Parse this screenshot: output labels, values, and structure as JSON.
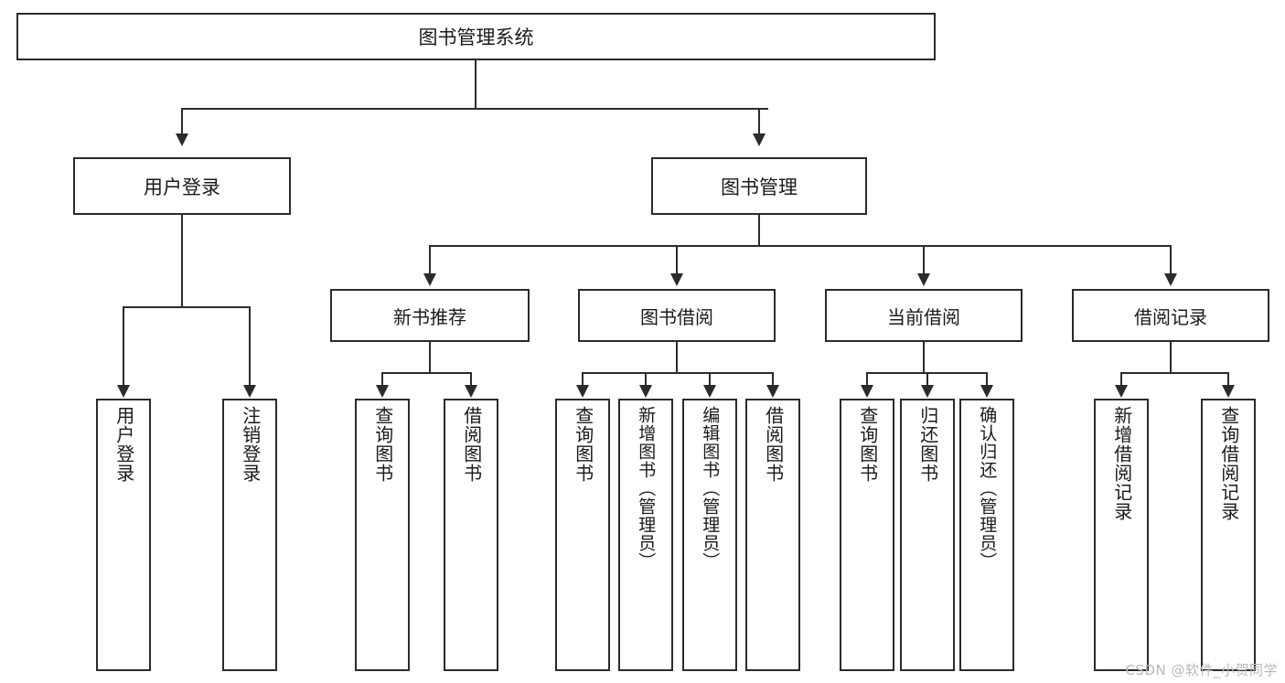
{
  "diagram": {
    "title": "图书管理系统",
    "type": "tree",
    "watermark": "CSDN @软件_小贺同学",
    "colors": {
      "stroke": "#2b2b2b",
      "fill": "#ffffff",
      "watermark": "#b9b9b9"
    }
  },
  "root": {
    "label": "图书管理系统"
  },
  "level1": [
    {
      "id": "user-login",
      "label": "用户登录"
    },
    {
      "id": "book-manage",
      "label": "图书管理"
    }
  ],
  "level2": [
    {
      "id": "new-book-rec",
      "label": "新书推荐"
    },
    {
      "id": "book-borrow",
      "label": "图书借阅"
    },
    {
      "id": "current-borrow",
      "label": "当前借阅"
    },
    {
      "id": "borrow-record",
      "label": "借阅记录"
    }
  ],
  "leaves": {
    "user_login": [
      {
        "id": "leaf-user-login",
        "label": "用户登录"
      },
      {
        "id": "leaf-user-logout",
        "label": "注销登录"
      }
    ],
    "new_book_rec": [
      {
        "id": "leaf-query-book-1",
        "label": "查询图书"
      },
      {
        "id": "leaf-borrow-book-1",
        "label": "借阅图书"
      }
    ],
    "book_borrow": [
      {
        "id": "leaf-query-book-2",
        "label": "查询图书"
      },
      {
        "id": "leaf-add-book",
        "label": "新增图书（管理员）"
      },
      {
        "id": "leaf-edit-book",
        "label": "编辑图书（管理员）"
      },
      {
        "id": "leaf-borrow-book-2",
        "label": "借阅图书"
      }
    ],
    "current_borrow": [
      {
        "id": "leaf-query-book-3",
        "label": "查询图书"
      },
      {
        "id": "leaf-return-book",
        "label": "归还图书"
      },
      {
        "id": "leaf-confirm-return",
        "label": "确认归还（管理员）"
      }
    ],
    "borrow_record": [
      {
        "id": "leaf-add-record",
        "label": "新增借阅记录"
      },
      {
        "id": "leaf-query-record",
        "label": "查询借阅记录"
      }
    ]
  }
}
